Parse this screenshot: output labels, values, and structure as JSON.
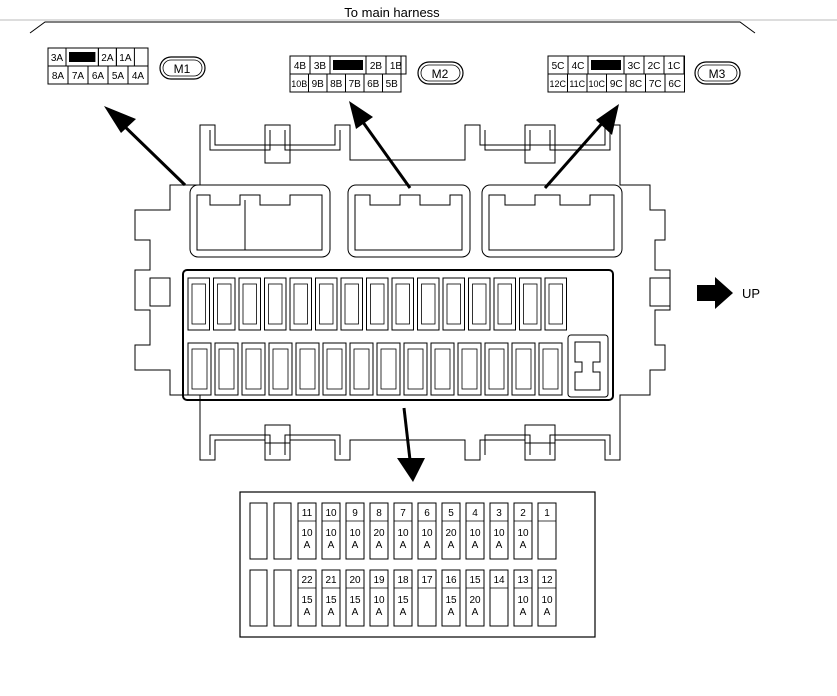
{
  "header": {
    "title": "To main harness"
  },
  "direction_label": "UP",
  "connectors": {
    "M1": {
      "name": "M1",
      "top": [
        "3A",
        "",
        "2A",
        "1A"
      ],
      "bottom": [
        "8A",
        "7A",
        "6A",
        "5A",
        "4A"
      ]
    },
    "M2": {
      "name": "M2",
      "top": [
        "4B",
        "3B",
        "",
        "2B",
        "1B"
      ],
      "bottom": [
        "10B",
        "9B",
        "8B",
        "7B",
        "6B",
        "5B"
      ]
    },
    "M3": {
      "name": "M3",
      "top": [
        "5C",
        "4C",
        "",
        "3C",
        "2C",
        "1C"
      ],
      "bottom": [
        "12C",
        "11C",
        "10C",
        "9C",
        "8C",
        "7C",
        "6C"
      ]
    }
  },
  "fuse_layout": {
    "top_row": [
      {
        "num": "11",
        "amp": "10",
        "unit": "A"
      },
      {
        "num": "10",
        "amp": "10",
        "unit": "A"
      },
      {
        "num": "9",
        "amp": "10",
        "unit": "A"
      },
      {
        "num": "8",
        "amp": "20",
        "unit": "A"
      },
      {
        "num": "7",
        "amp": "10",
        "unit": "A"
      },
      {
        "num": "6",
        "amp": "10",
        "unit": "A"
      },
      {
        "num": "5",
        "amp": "20",
        "unit": "A"
      },
      {
        "num": "4",
        "amp": "10",
        "unit": "A"
      },
      {
        "num": "3",
        "amp": "10",
        "unit": "A"
      },
      {
        "num": "2",
        "amp": "10",
        "unit": "A"
      },
      {
        "num": "1",
        "amp": "",
        "unit": ""
      }
    ],
    "bottom_row": [
      {
        "num": "22",
        "amp": "15",
        "unit": "A"
      },
      {
        "num": "21",
        "amp": "15",
        "unit": "A"
      },
      {
        "num": "20",
        "amp": "15",
        "unit": "A"
      },
      {
        "num": "19",
        "amp": "10",
        "unit": "A"
      },
      {
        "num": "18",
        "amp": "15",
        "unit": "A"
      },
      {
        "num": "17",
        "amp": "",
        "unit": ""
      },
      {
        "num": "16",
        "amp": "15",
        "unit": "A"
      },
      {
        "num": "15",
        "amp": "20",
        "unit": "A"
      },
      {
        "num": "14",
        "amp": "",
        "unit": ""
      },
      {
        "num": "13",
        "amp": "10",
        "unit": "A"
      },
      {
        "num": "12",
        "amp": "10",
        "unit": "A"
      }
    ]
  }
}
